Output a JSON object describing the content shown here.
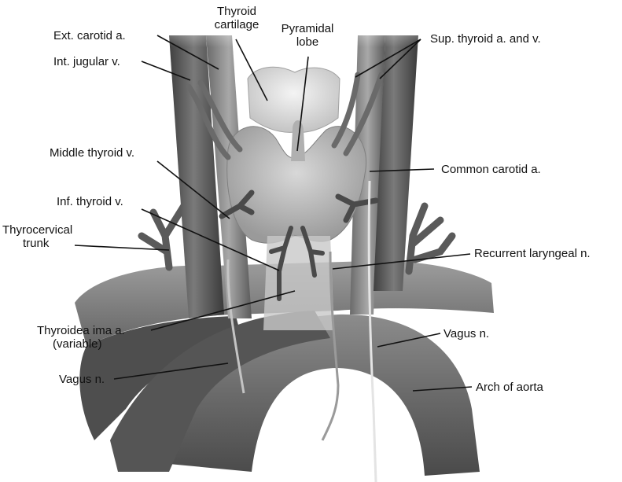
{
  "labels": {
    "thyroid_cartilage": [
      "Thyroid",
      "cartilage"
    ],
    "pyramidal_lobe": [
      "Pyramidal",
      "lobe"
    ],
    "ext_carotid": "Ext. carotid a.",
    "int_jugular": "Int. jugular v.",
    "sup_thyroid": "Sup. thyroid a. and v.",
    "middle_thyroid": "Middle thyroid v.",
    "common_carotid": "Common carotid a.",
    "inf_thyroid": "Inf. thyroid v.",
    "thyrocervical": [
      "Thyrocervical",
      "trunk"
    ],
    "recurrent_laryngeal": "Recurrent laryngeal n.",
    "thyroidea_ima": [
      "Thyroidea ima a.",
      "(variable)"
    ],
    "vagus_right": "Vagus n.",
    "vagus_left": "Vagus n.",
    "arch_of_aorta": "Arch of aorta"
  },
  "colors": {
    "background": "#ffffff",
    "vessel_dark": "#5e5e5e",
    "vessel_mid": "#8a8a8a",
    "thyroid": "#bdbdbd",
    "cartilage": "#e2e2e2",
    "leader_line": "#111111"
  }
}
